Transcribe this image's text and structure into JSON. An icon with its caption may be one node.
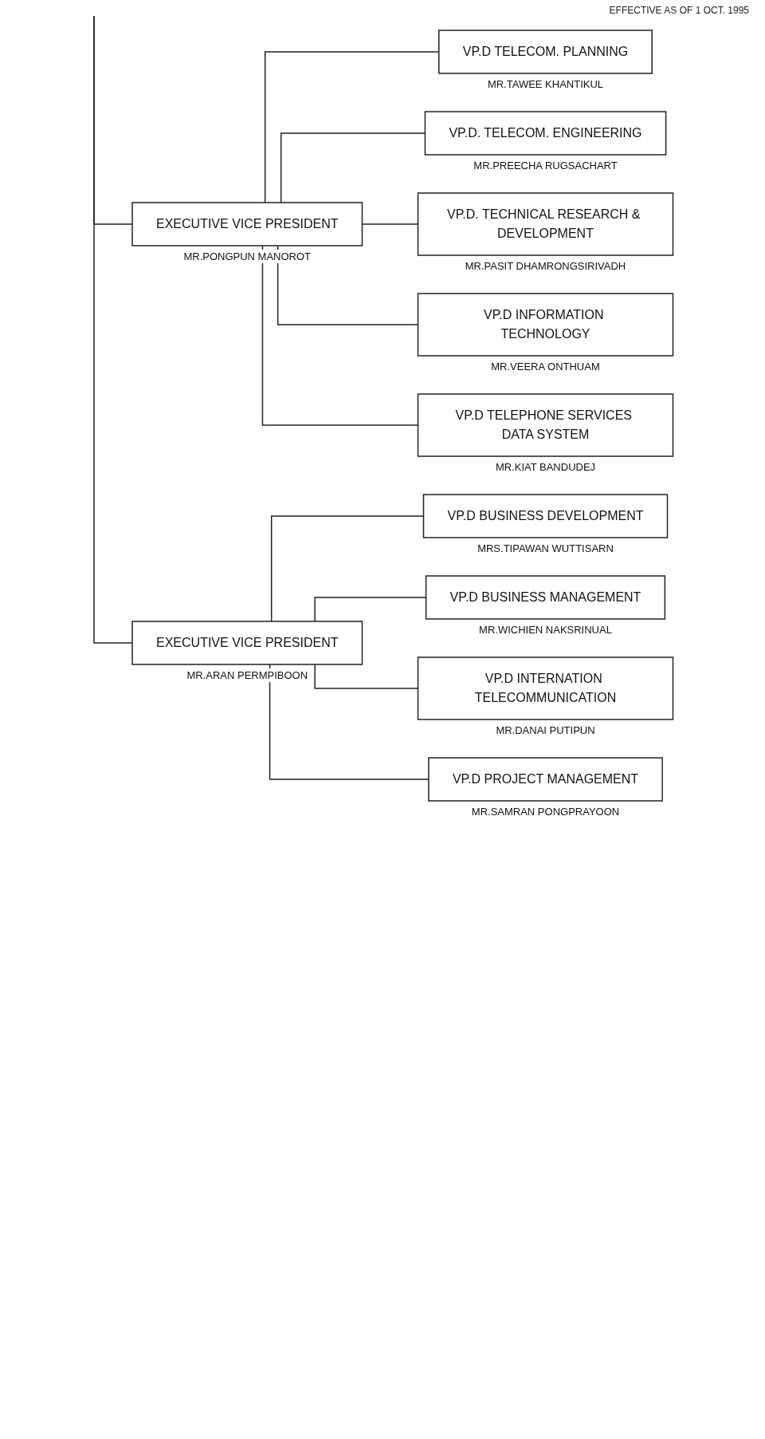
{
  "diagram": {
    "nodes": [
      {
        "text": [
          "EXECUTIVE VICE PRESIDENT"
        ],
        "beside": [
          "MR.PONGPUN MANOROT"
        ]
      },
      {
        "text": [
          "VP.D TELECOM. PLANNING"
        ],
        "beside": [
          "MR.TAWEE KHANTIKUL"
        ]
      },
      {
        "text": [
          "VP.D. TELECOM. ENGINEERING"
        ],
        "beside": [
          "MR.PREECHA RUGSACHART"
        ]
      },
      {
        "text": [
          "VP.D. TECHNICAL RESEARCH & DEVELOPMENT"
        ],
        "beside": [
          "MR.PASIT DHAMRONGSIRIVADH"
        ]
      },
      {
        "text": [
          "VP.D INFORMATION TECHNOLOGY"
        ],
        "beside": [
          "MR.VEERA ONTHUAM"
        ]
      },
      {
        "text": [
          "VP.D TELEPHONE SERVICES DATA SYSTEM"
        ],
        "beside": [
          "MR.KIAT BANDUDEJ"
        ]
      },
      {
        "text": [
          "EXECUTIVE VICE PRESIDENT"
        ],
        "beside": [
          "MR.ARAN PERMPIBOON"
        ]
      },
      {
        "text": [
          "VP.D BUSINESS DEVELOPMENT"
        ],
        "beside": [
          "MRS.TIPAWAN WUTTISARN"
        ]
      },
      {
        "text": [
          "VP.D BUSINESS MANAGEMENT"
        ],
        "beside": [
          "MR.WICHIEN NAKSRINUAL"
        ]
      },
      {
        "text": [
          "VP.D INTERNATION TELECOMMUNICATION"
        ],
        "beside": [
          "MR.DANAI PUTIPUN"
        ]
      },
      {
        "text": [
          "VP.D PROJECT MANAGEMENT"
        ],
        "beside": [
          "MR.SAMRAN PONGPRAYOON"
        ]
      }
    ],
    "edges": [
      {
        "from": null,
        "to": 0,
        "arrow": "none"
      },
      {
        "from": 0,
        "to": 1,
        "arrow": "none"
      },
      {
        "from": 0,
        "to": 2,
        "arrow": "none"
      },
      {
        "from": 0,
        "to": 3,
        "arrow": "none"
      },
      {
        "from": 0,
        "to": 4,
        "arrow": "none"
      },
      {
        "from": 0,
        "to": 5,
        "arrow": "none"
      },
      {
        "from": null,
        "to": 6,
        "arrow": "none"
      },
      {
        "from": 6,
        "to": 7,
        "arrow": "none"
      },
      {
        "from": 6,
        "to": 8,
        "arrow": "none"
      },
      {
        "from": 6,
        "to": 9,
        "arrow": "none"
      },
      {
        "from": 6,
        "to": 10,
        "arrow": "none"
      }
    ],
    "labels": [
      "EFFECTIVE AS OF 1 OCT. 1995"
    ]
  }
}
